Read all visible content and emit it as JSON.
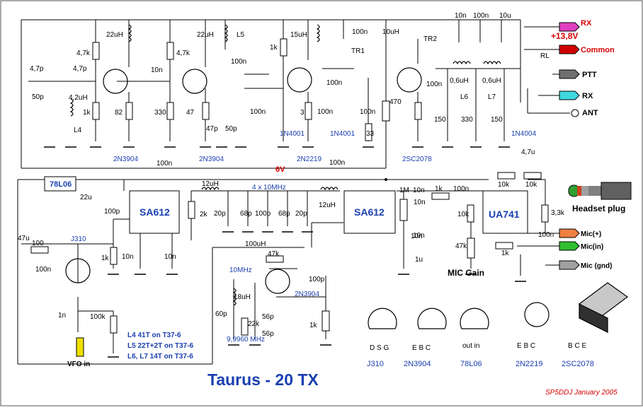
{
  "title": "Taurus - 20 TX",
  "credit": "SP5DDJ January 2005",
  "rails": {
    "v6": "6V"
  },
  "connectors": {
    "rx_top": "RX",
    "supply": "+13,8V",
    "common": "Common",
    "ptt": "PTT",
    "rx": "RX",
    "ant": "ANT",
    "headset_plug": "Headset plug",
    "mic_plus": "Mic(+)",
    "mic_in": "Mic(in)",
    "mic_gnd": "Mic (gnd)",
    "mic_gain": "MIC Gain",
    "vfo_in": "VFO in"
  },
  "ics": {
    "reg": "78L06",
    "mixer1": "SA612",
    "mixer2": "SA612",
    "opamp": "UA741"
  },
  "notes": [
    "L4  41T  on T37-6",
    "L5  22T+2T  on T37-6",
    "L6, L7  14T  on T37-6"
  ],
  "packages": [
    {
      "name": "J310",
      "pins": "D  S  G"
    },
    {
      "name": "2N3904",
      "pins": "E  B  C"
    },
    {
      "name": "78L06",
      "pins": "out  in"
    },
    {
      "name": "2N2219",
      "pins": "E  B  C"
    },
    {
      "name": "2SC2078",
      "pins": "B    C    E"
    }
  ],
  "components": [
    {
      "t": "4,7p",
      "c": "k"
    },
    {
      "t": "4,7p",
      "c": "k"
    },
    {
      "t": "4,7k",
      "c": "k"
    },
    {
      "t": "22uH",
      "c": "k"
    },
    {
      "t": "10n",
      "c": "k"
    },
    {
      "t": "4,7k",
      "c": "k"
    },
    {
      "t": "22uH",
      "c": "k"
    },
    {
      "t": "L5",
      "c": "k"
    },
    {
      "t": "100n",
      "c": "k"
    },
    {
      "t": "15uH",
      "c": "k"
    },
    {
      "t": "100n",
      "c": "k"
    },
    {
      "t": "10uH",
      "c": "k"
    },
    {
      "t": "TR2",
      "c": "k"
    },
    {
      "t": "TR1",
      "c": "k"
    },
    {
      "t": "10n",
      "c": "k"
    },
    {
      "t": "100n",
      "c": "k"
    },
    {
      "t": "10u",
      "c": "k"
    },
    {
      "t": "RL",
      "c": "k"
    },
    {
      "t": "50p",
      "c": "k"
    },
    {
      "t": "4,2uH",
      "c": "k"
    },
    {
      "t": "1k",
      "c": "k"
    },
    {
      "t": "82",
      "c": "k"
    },
    {
      "t": "330",
      "c": "k"
    },
    {
      "t": "47",
      "c": "k"
    },
    {
      "t": "47p",
      "c": "k"
    },
    {
      "t": "50p",
      "c": "k"
    },
    {
      "t": "1k",
      "c": "k"
    },
    {
      "t": "100n",
      "c": "k"
    },
    {
      "t": "3",
      "c": "k"
    },
    {
      "t": "100n",
      "c": "k"
    },
    {
      "t": "100n",
      "c": "k"
    },
    {
      "t": "100n",
      "c": "k"
    },
    {
      "t": "470",
      "c": "k"
    },
    {
      "t": "33",
      "c": "k"
    },
    {
      "t": "0,6uH",
      "c": "k"
    },
    {
      "t": "0,6uH",
      "c": "k"
    },
    {
      "t": "L6",
      "c": "k"
    },
    {
      "t": "L7",
      "c": "k"
    },
    {
      "t": "150",
      "c": "k"
    },
    {
      "t": "330",
      "c": "k"
    },
    {
      "t": "150",
      "c": "k"
    },
    {
      "t": "100n",
      "c": "k"
    },
    {
      "t": "L4",
      "c": "k"
    },
    {
      "t": "2N3904",
      "c": "b"
    },
    {
      "t": "2N3904",
      "c": "b"
    },
    {
      "t": "1N4001",
      "c": "b"
    },
    {
      "t": "2N2219",
      "c": "b"
    },
    {
      "t": "1N4001",
      "c": "b"
    },
    {
      "t": "2SC2078",
      "c": "b"
    },
    {
      "t": "1N4004",
      "c": "b"
    },
    {
      "t": "100n",
      "c": "k"
    },
    {
      "t": "100n",
      "c": "k"
    },
    {
      "t": "4,7u",
      "c": "k"
    },
    {
      "t": "22u",
      "c": "k"
    },
    {
      "t": "100p",
      "c": "k"
    },
    {
      "t": "12uH",
      "c": "k"
    },
    {
      "t": "2k",
      "c": "k"
    },
    {
      "t": "4 x 10MHz",
      "c": "b"
    },
    {
      "t": "20p",
      "c": "k"
    },
    {
      "t": "68p",
      "c": "k"
    },
    {
      "t": "100p",
      "c": "k"
    },
    {
      "t": "68p",
      "c": "k"
    },
    {
      "t": "20p",
      "c": "k"
    },
    {
      "t": "12uH",
      "c": "k"
    },
    {
      "t": "1M",
      "c": "k"
    },
    {
      "t": "10n",
      "c": "k"
    },
    {
      "t": "1k",
      "c": "k"
    },
    {
      "t": "100n",
      "c": "k"
    },
    {
      "t": "10k",
      "c": "k"
    },
    {
      "t": "10k",
      "c": "k"
    },
    {
      "t": "10k",
      "c": "k"
    },
    {
      "t": "3,3k",
      "c": "k"
    },
    {
      "t": "10n",
      "c": "k"
    },
    {
      "t": "47k",
      "c": "k"
    },
    {
      "t": "1k",
      "c": "k"
    },
    {
      "t": "100n",
      "c": "k"
    },
    {
      "t": "1u",
      "c": "k"
    },
    {
      "t": "47u",
      "c": "k"
    },
    {
      "t": "100",
      "c": "k"
    },
    {
      "t": "100n",
      "c": "k"
    },
    {
      "t": "J310",
      "c": "b"
    },
    {
      "t": "1k",
      "c": "k"
    },
    {
      "t": "10n",
      "c": "k"
    },
    {
      "t": "10n",
      "c": "k"
    },
    {
      "t": "1n",
      "c": "k"
    },
    {
      "t": "100k",
      "c": "k"
    },
    {
      "t": "100uH",
      "c": "k"
    },
    {
      "t": "47k",
      "c": "k"
    },
    {
      "t": "10MHz",
      "c": "b"
    },
    {
      "t": "18uH",
      "c": "k"
    },
    {
      "t": "2N3904",
      "c": "b"
    },
    {
      "t": "100p",
      "c": "k"
    },
    {
      "t": "60p",
      "c": "k"
    },
    {
      "t": "56p",
      "c": "k"
    },
    {
      "t": "22k",
      "c": "k"
    },
    {
      "t": "56p",
      "c": "k"
    },
    {
      "t": "1k",
      "c": "k"
    },
    {
      "t": "9,9960 MHz",
      "c": "b"
    },
    {
      "t": "10n",
      "c": "k"
    },
    {
      "t": "10n",
      "c": "k"
    }
  ]
}
